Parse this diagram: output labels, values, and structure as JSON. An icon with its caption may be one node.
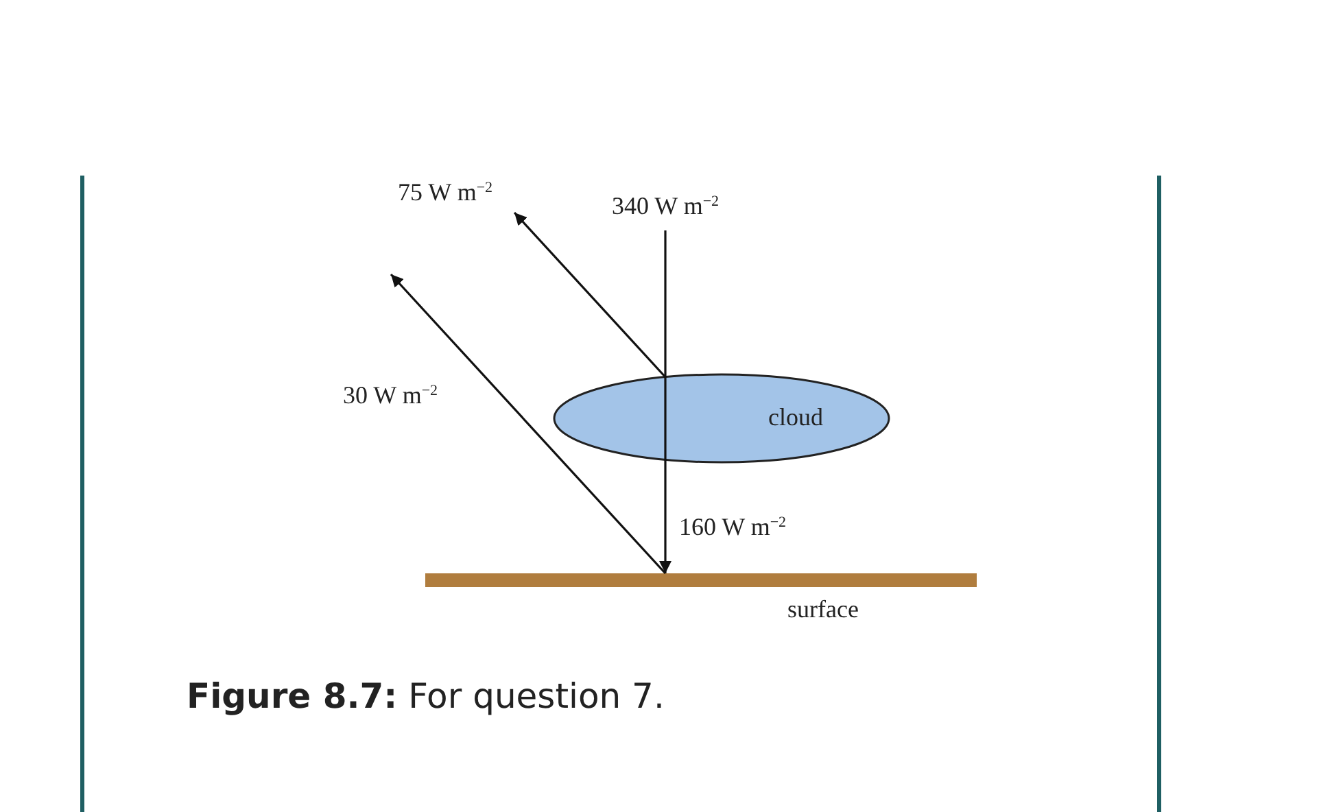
{
  "diagram": {
    "caption": "**Figure 8.7:** For question 7.",
    "nodes": [
      {
        "text": [
          "cloud"
        ]
      },
      {
        "text": [
          "surface"
        ]
      }
    ],
    "edges": [
      {
        "from": null,
        "to": 0,
        "arrow": "none",
        "label": "340 W m$^{−2}$"
      },
      {
        "from": 0,
        "to": 1,
        "arrow": "to",
        "label": "160 W m$^{−2}$"
      },
      {
        "from": 0,
        "to": null,
        "arrow": "to",
        "label": "75 W m$^{−2}$"
      },
      {
        "from": 1,
        "to": null,
        "arrow": "to",
        "label": "30 W m$^{−2}$"
      }
    ]
  }
}
